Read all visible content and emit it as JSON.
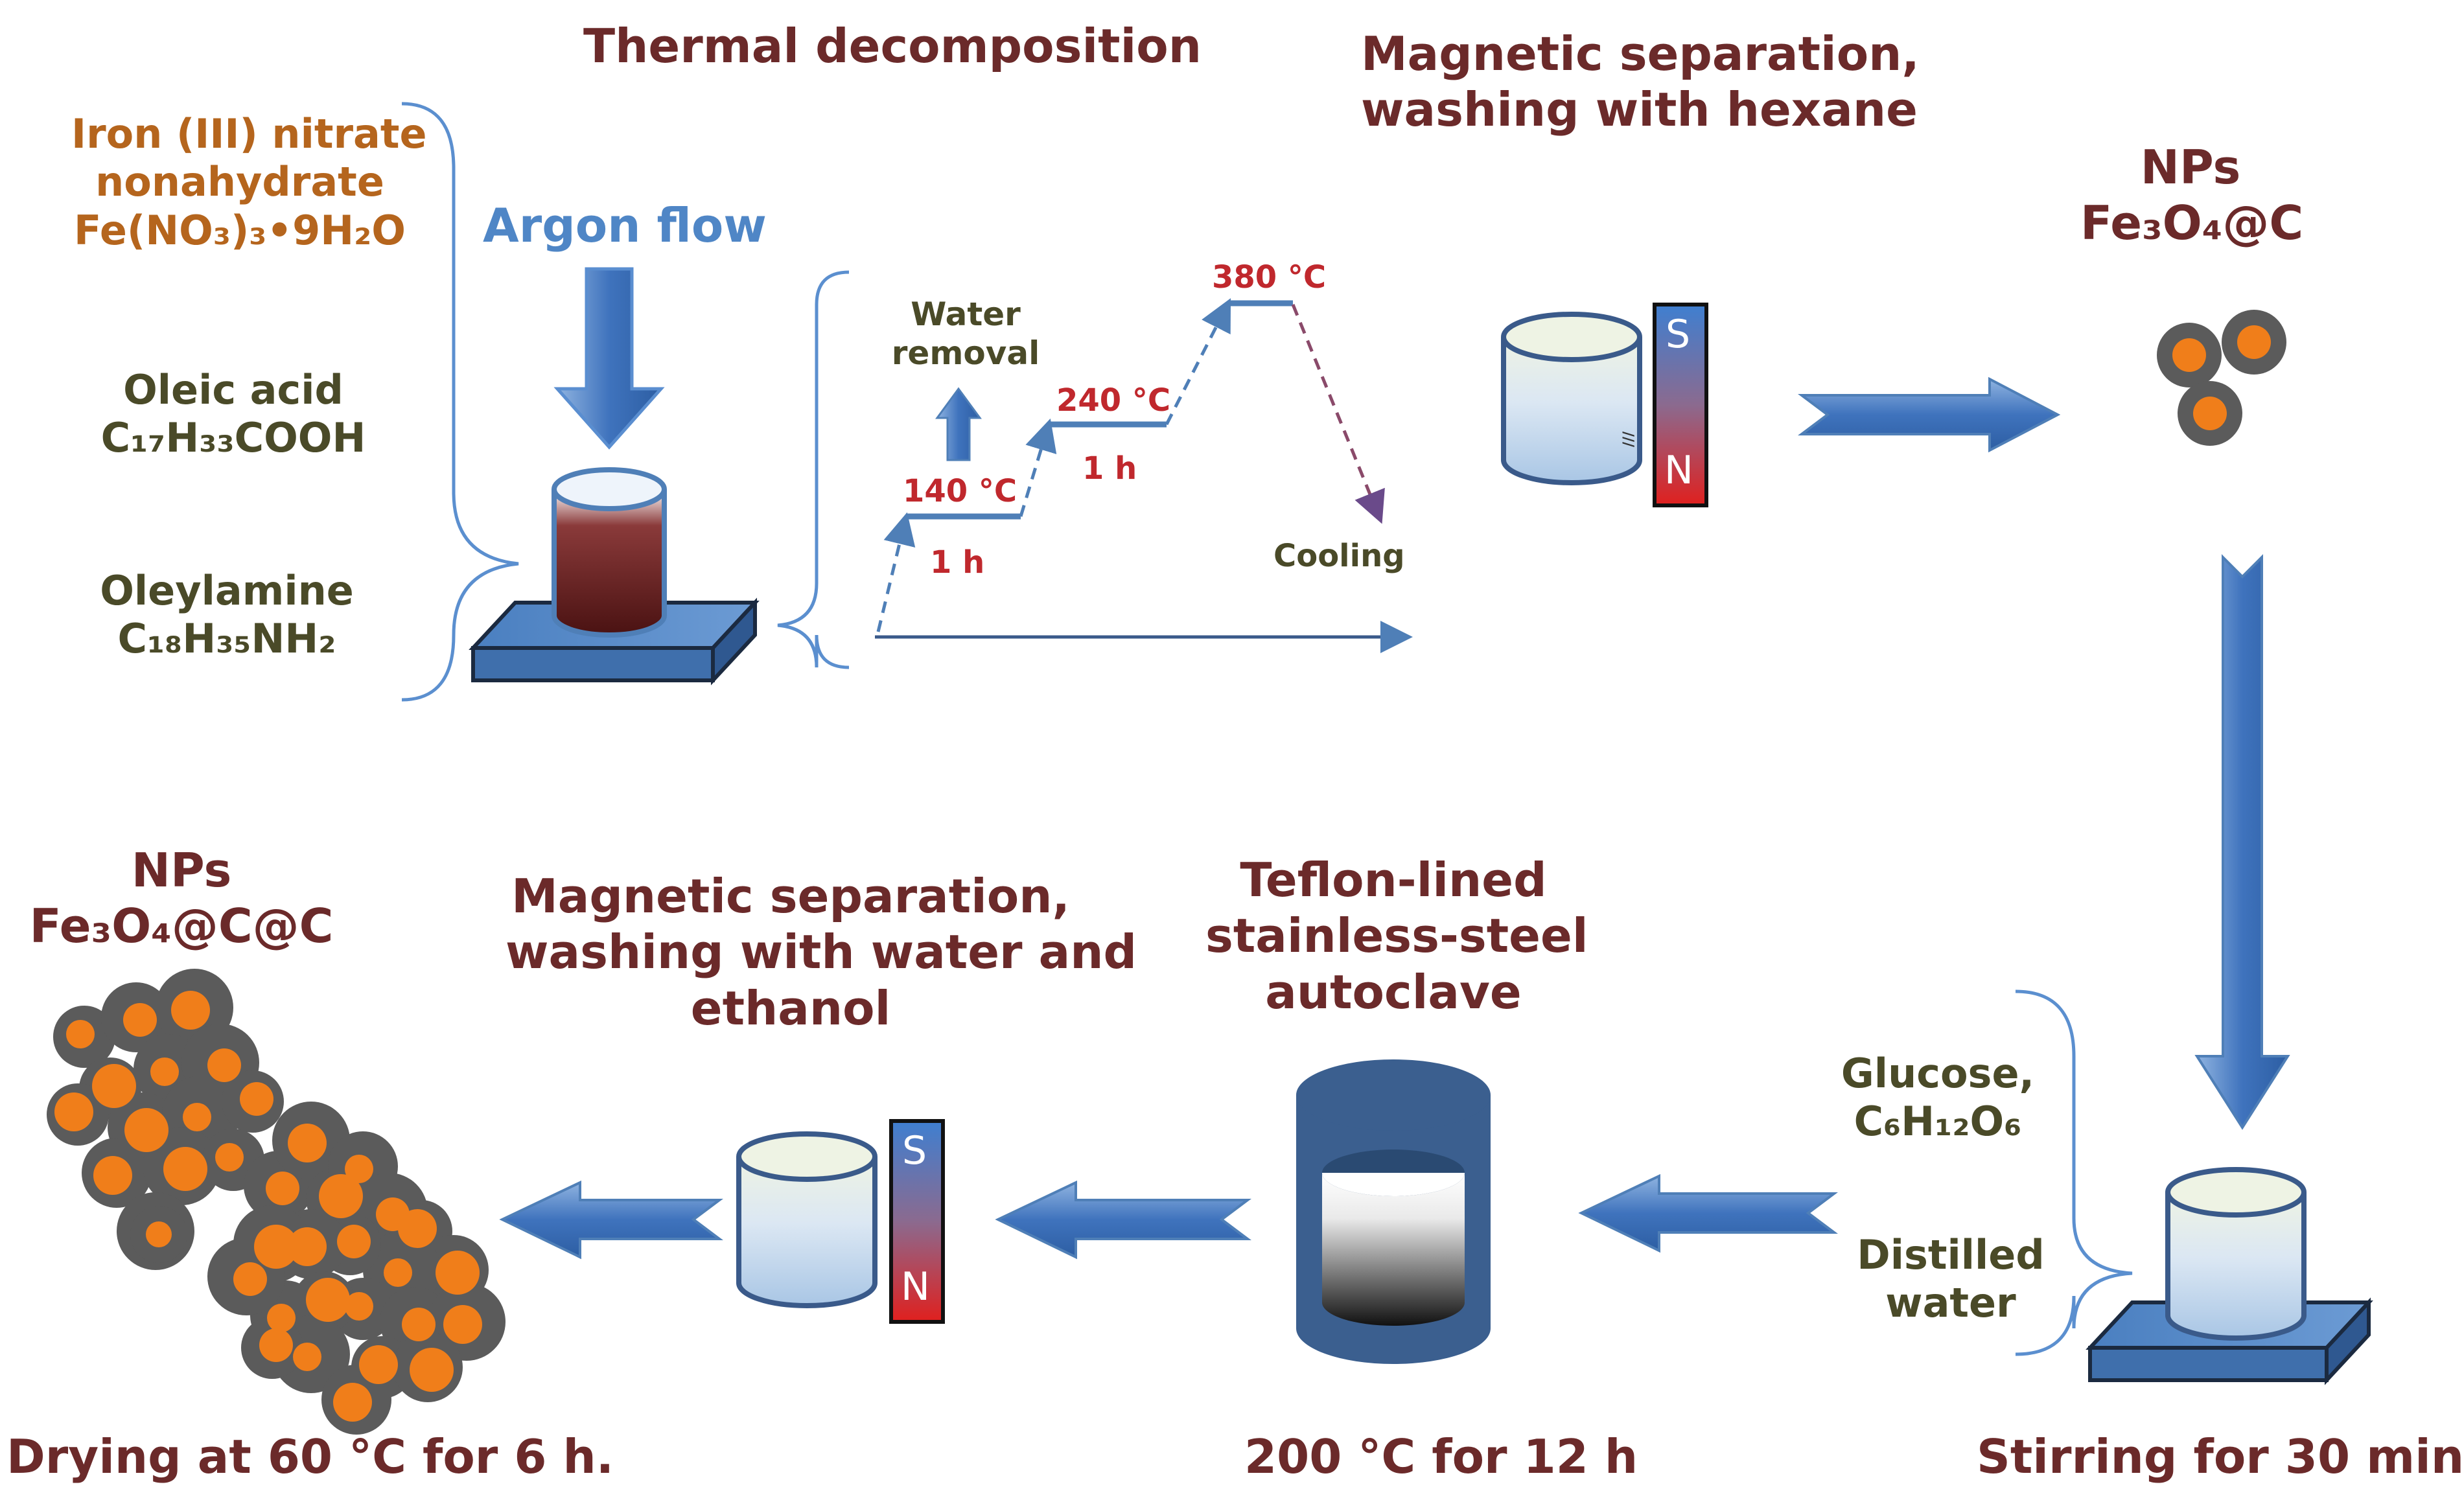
{
  "labels": {
    "thermal_decomposition": "Thermal decomposition",
    "argon_flow": "Argon flow",
    "magsep1_line1": "Magnetic separation,",
    "magsep1_line2": "washing with hexane",
    "nps1_line1": "NPs",
    "nps1_formula": "Fe₃O₄@C",
    "reagent_iron_line1": "Iron (III) nitrate",
    "reagent_iron_line2": "nonahydrate",
    "reagent_iron_formula": "Fe(NO₃)₃•9H₂O",
    "reagent_oleic_name": "Oleic acid",
    "reagent_oleic_formula": "C₁₇H₃₃COOH",
    "reagent_oleylamine_name": "Oleylamine",
    "reagent_oleylamine_formula": "C₁₈H₃₅NH₂",
    "water_removal_line1": "Water",
    "water_removal_line2": "removal",
    "temp_140": "140 °C",
    "temp_240": "240 °C",
    "temp_380": "380 °C",
    "hold_1h_a": "1 h",
    "hold_1h_b": "1 h",
    "cooling": "Cooling",
    "magnet_s": "S",
    "magnet_n": "N",
    "nps2_line1": "NPs",
    "nps2_formula": "Fe₃O₄@C@C",
    "magsep2_line1": "Magnetic separation,",
    "magsep2_line2": "washing with water and",
    "magsep2_line3": "ethanol",
    "autoclave_line1": "Teflon-lined",
    "autoclave_line2": "stainless-steel",
    "autoclave_line3": "autoclave",
    "glucose_line1": "Glucose,",
    "glucose_formula": "C₆H₁₂O₆",
    "distilled_line1": "Distilled",
    "distilled_line2": "water",
    "drying": "Drying at 60 °C for 6 h.",
    "autoclave_condition": "200 °C for 12 h",
    "stirring": "Stirring for 30 min"
  },
  "colors": {
    "maroon": "#6b2a2a",
    "brown": "#b5651d",
    "olive": "#4a4a28",
    "accent_blue": "#4f86c6",
    "temp_red": "#c0282d",
    "nanoparticle_core": "#f07e1a",
    "nanoparticle_shell": "#5b5b5b"
  }
}
